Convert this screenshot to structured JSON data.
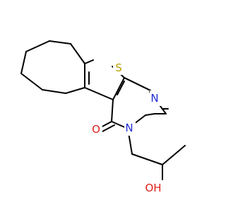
{
  "molecule": {
    "atoms": {
      "sulfur": "S",
      "nitrogen_imine": "N",
      "nitrogen_amide": "N",
      "oxygen_carbonyl": "O",
      "hydroxyl": "OH"
    },
    "colors": {
      "bond": "#000000",
      "sulfur": "#b8a000",
      "nitrogen": "#1f2dd6",
      "oxygen": "#e0201b"
    }
  }
}
